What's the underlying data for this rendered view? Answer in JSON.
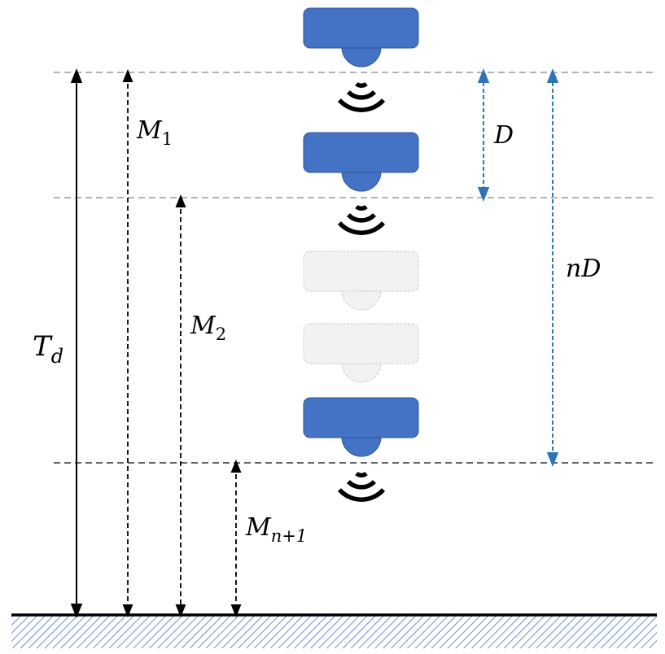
{
  "labels": {
    "total_depth": {
      "main": "T",
      "sub": "d"
    },
    "m1": {
      "main": "M",
      "sub": "1"
    },
    "m2": {
      "main": "M",
      "sub": "2"
    },
    "mn1": {
      "main": "M",
      "sub": "n+1"
    },
    "spacing": "D",
    "total_spacing": "nD"
  },
  "colors": {
    "sensor_active": "#4472c4",
    "sensor_ghost": "#f2f2f2",
    "ghost_stroke": "#c8c8c8",
    "guide_line": "#9a9a9a",
    "d_arrow": "#2e75b6",
    "ground_hatch": "#4472c4",
    "black": "#000000"
  },
  "icons": {
    "sensor": "sonar-sensor-icon",
    "signal": "sound-wave-icon"
  }
}
